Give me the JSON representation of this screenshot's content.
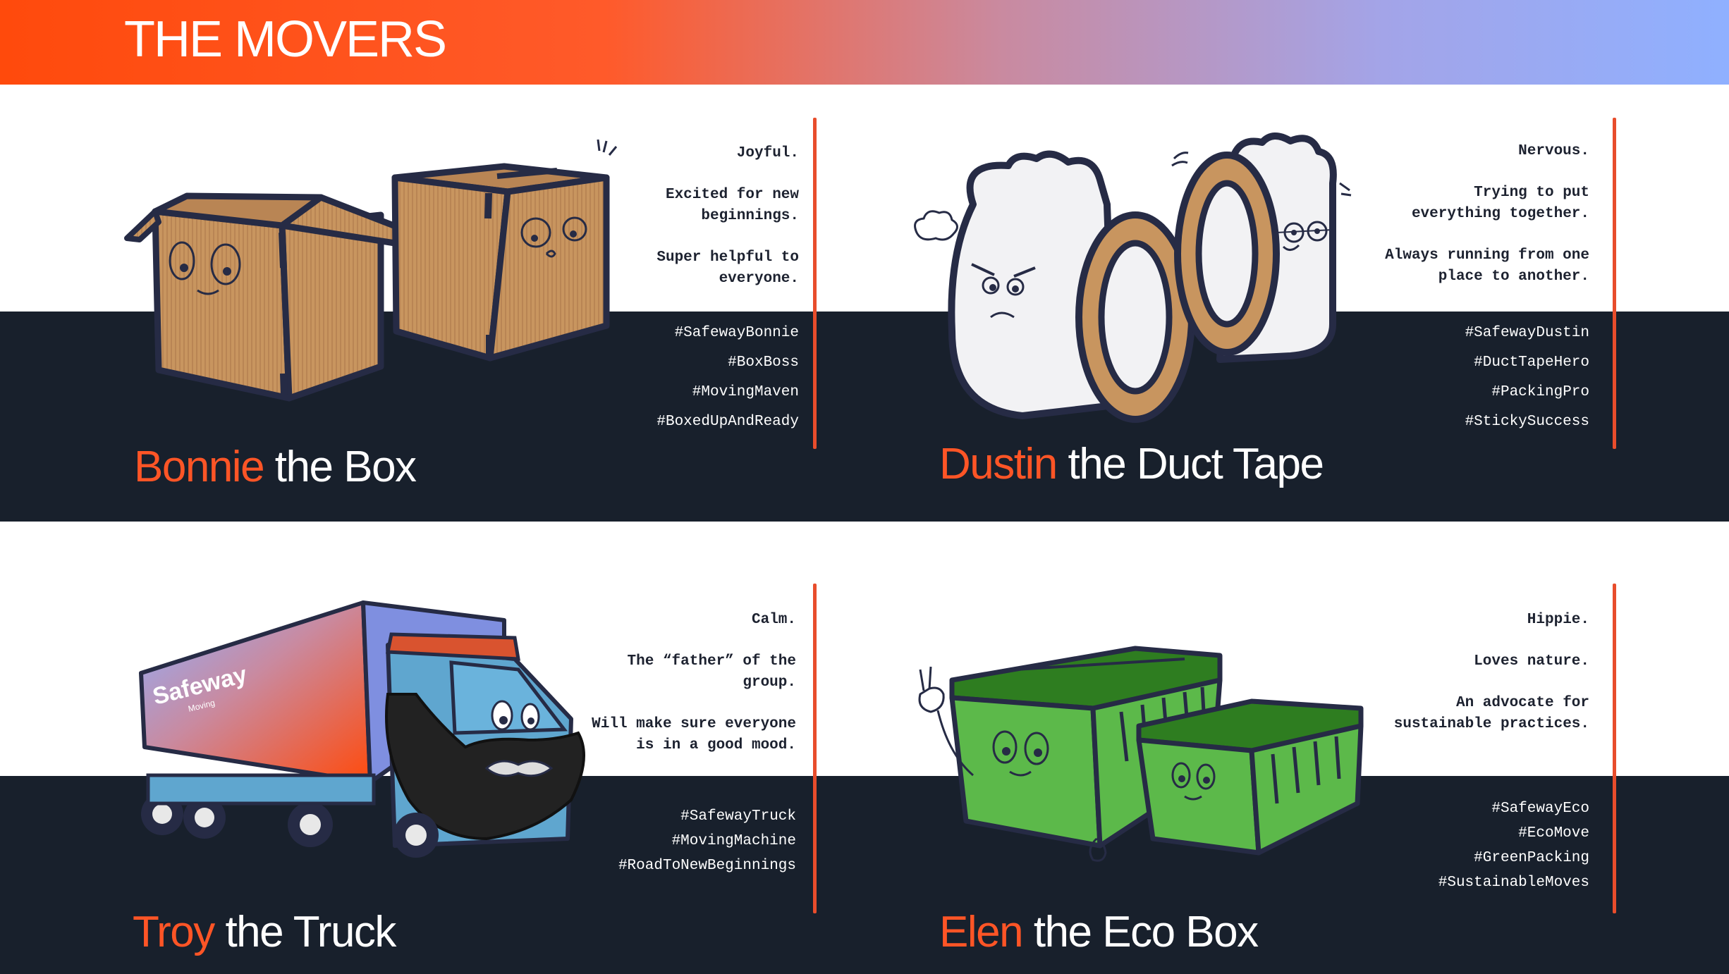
{
  "header": {
    "title": "THE MOVERS"
  },
  "colors": {
    "accent": "#ff5526",
    "dark_band": "#18202c",
    "line": "#e84d2c"
  },
  "characters": [
    {
      "first_name": "Bonnie",
      "rest_name": "the Box",
      "illustration": "cardboard-boxes-illustration",
      "traits": [
        "Joyful.",
        "Excited for new beginnings.",
        "Super helpful to everyone."
      ],
      "hashtags": [
        "#SafewayBonnie",
        "#BoxBoss",
        "#MovingMaven",
        "#BoxedUpAndReady"
      ]
    },
    {
      "first_name": "Dustin",
      "rest_name": "the Duct Tape",
      "illustration": "duct-tape-rolls-illustration",
      "traits": [
        "Nervous.",
        "Trying to put everything together.",
        "Always running from one place to another."
      ],
      "hashtags": [
        "#SafewayDustin",
        "#DuctTapeHero",
        "#PackingPro",
        "#StickySuccess"
      ]
    },
    {
      "first_name": "Troy",
      "rest_name": "the Truck",
      "illustration": "bearded-truck-illustration",
      "truck_text": "Safeway",
      "truck_subtext": "Moving",
      "traits": [
        "Calm.",
        "The “father” of the group.",
        "Will make sure everyone is in a good mood."
      ],
      "hashtags": [
        "#SafewayTruck",
        "#MovingMachine",
        "#RoadToNewBeginnings"
      ]
    },
    {
      "first_name": "Elen",
      "rest_name": "the Eco Box",
      "illustration": "green-crates-illustration",
      "traits": [
        "Hippie.",
        "Loves nature.",
        "An advocate for sustainable practices."
      ],
      "hashtags": [
        "#SafewayEco",
        "#EcoMove",
        "#GreenPacking",
        "#SustainableMoves"
      ]
    }
  ]
}
